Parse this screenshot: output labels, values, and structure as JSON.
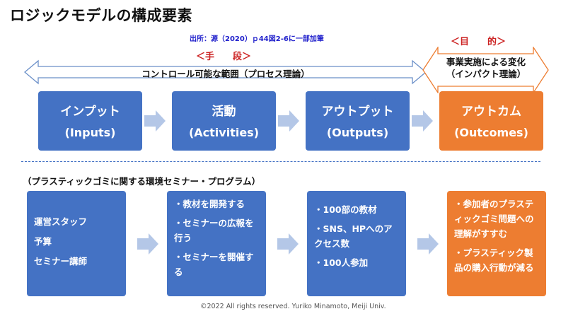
{
  "title": "ロジックモデルの構成要素",
  "source": "出所：源（2020）ｐ44図2-6に一部加筆",
  "means_label": "＜手　　段＞",
  "purpose_label": "＜目　　的＞",
  "process_arrow_label": "コントロール可能な範囲（プロセス理論）",
  "impact_label_line1": "事業実施による変化",
  "impact_label_line2": "（インパクト理論）",
  "stages": [
    {
      "jp": "インプット",
      "en": "(Inputs)"
    },
    {
      "jp": "活動",
      "en": "(Activities)"
    },
    {
      "jp": "アウトプット",
      "en": "(Outputs)"
    },
    {
      "jp": "アウトカム",
      "en": "(Outcomes)"
    }
  ],
  "example_heading": "（プラスティックゴミに関する環境セミナー・プログラム）",
  "example": {
    "inputs": [
      "運営スタッフ",
      "予算",
      "セミナー講師"
    ],
    "activities": [
      "・教材を開発する",
      "・セミナーの広報を行う",
      "・セミナーを開催する"
    ],
    "outputs": [
      "・100部の教材",
      "・SNS、HPへのアクセス数",
      "・100人参加"
    ],
    "outcomes": [
      "・参加者のプラスティックゴミ問題への理解がすすむ",
      "・プラスティック製品の購入行動が減る"
    ]
  },
  "footer": "©2022 All rights reserved. Yuriko Minamoto, Meiji Univ.",
  "colors": {
    "blue": "#4472c4",
    "orange": "#ed7d31",
    "arrow": "#b4c7e7",
    "red": "#cc2222"
  }
}
